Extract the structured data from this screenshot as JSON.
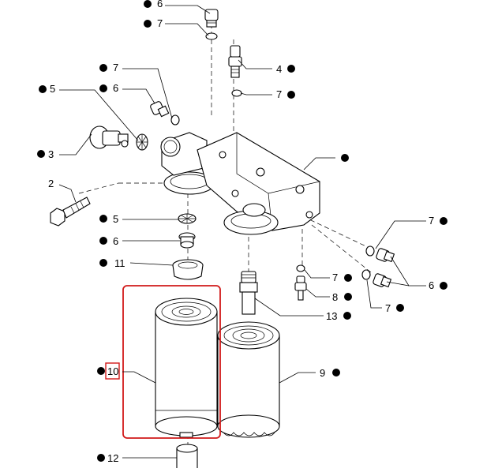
{
  "diagram": {
    "highlight_color": "#d11a1a",
    "callouts": [
      {
        "id": "c6-top",
        "label": "6"
      },
      {
        "id": "c7-top",
        "label": "7"
      },
      {
        "id": "c7-left",
        "label": "7"
      },
      {
        "id": "c4",
        "label": "4"
      },
      {
        "id": "c5-left",
        "label": "5"
      },
      {
        "id": "c6-left",
        "label": "6"
      },
      {
        "id": "c7-mid",
        "label": "7"
      },
      {
        "id": "c3",
        "label": "3"
      },
      {
        "id": "c2",
        "label": "2"
      },
      {
        "id": "c5-mid",
        "label": "5"
      },
      {
        "id": "c6-mid",
        "label": "6"
      },
      {
        "id": "c11",
        "label": "11"
      },
      {
        "id": "c7-right",
        "label": "7"
      },
      {
        "id": "c6-right",
        "label": "6"
      },
      {
        "id": "c7-center",
        "label": "7"
      },
      {
        "id": "c8",
        "label": "8"
      },
      {
        "id": "c7-right2",
        "label": "7"
      },
      {
        "id": "c13",
        "label": "13"
      },
      {
        "id": "c10",
        "label": "10"
      },
      {
        "id": "c9",
        "label": "9"
      },
      {
        "id": "c12",
        "label": "12"
      },
      {
        "id": "c-housing",
        "label": ""
      }
    ]
  }
}
